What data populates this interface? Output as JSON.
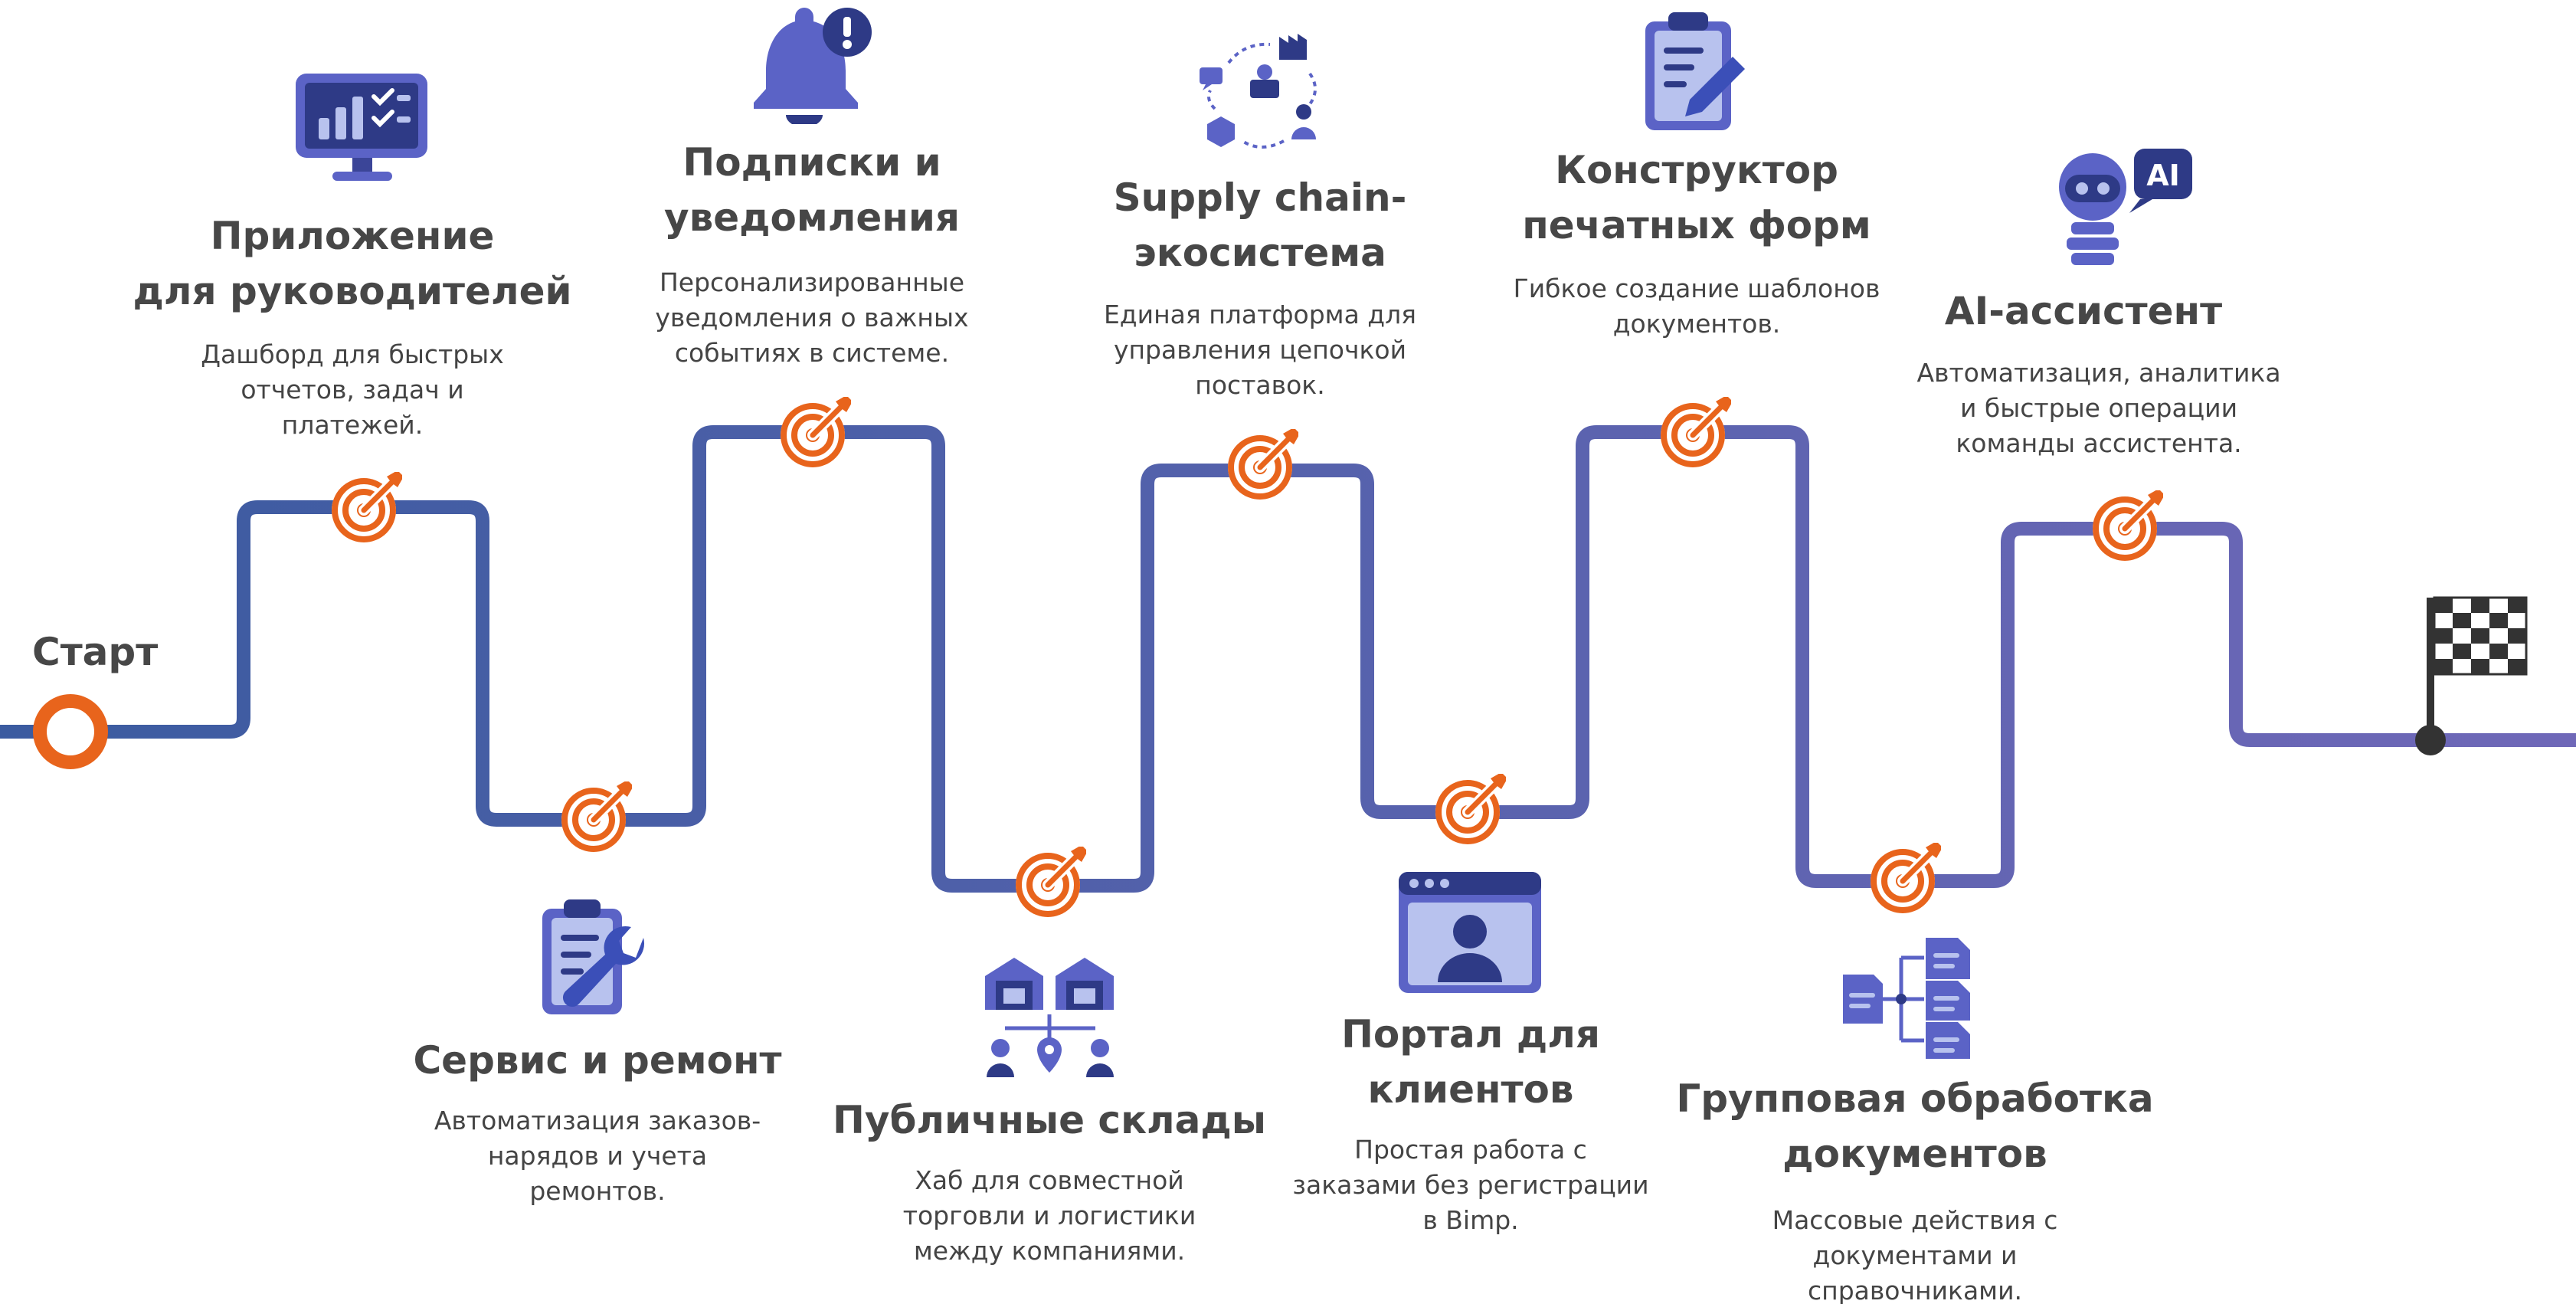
{
  "start": {
    "label": "Старт"
  },
  "colors": {
    "path_start": "#3b5ba0",
    "path_end": "#6f68b8",
    "accent": "#e8641c",
    "icon_dark": "#2e3a86",
    "icon_mid": "#5b63c6",
    "icon_light": "#b8c2ee",
    "text_title": "#474747",
    "text_body": "#444444"
  },
  "steps": [
    {
      "id": "managers-app",
      "icon": "dashboard-monitor-icon",
      "title": "Приложение\nдля руководителей",
      "description": "Дашборд для быстрых\nотчетов, задач и\nплатежей."
    },
    {
      "id": "service-repair",
      "icon": "clipboard-wrench-icon",
      "title": "Сервис и ремонт",
      "description": "Автоматизация заказов-\nнарядов и учета\nремонтов."
    },
    {
      "id": "subscriptions",
      "icon": "bell-alert-icon",
      "title": "Подписки и\nуведомления",
      "description": "Персонализированные\nуведомления о важных\nсобытиях в системе."
    },
    {
      "id": "public-warehouses",
      "icon": "warehouse-network-icon",
      "title": "Публичные склады",
      "description": "Хаб для совместной\nторговли и логистики\nмежду компаниями."
    },
    {
      "id": "supply-chain",
      "icon": "supply-chain-cycle-icon",
      "title": "Supply chain-\nэкосистема",
      "description": "Единая платформа для\nуправления цепочкой\nпоставок."
    },
    {
      "id": "client-portal",
      "icon": "browser-user-icon",
      "title": "Портал для\nклиентов",
      "description": "Простая работа с\nзаказами без регистрации\nв Bimp."
    },
    {
      "id": "print-forms",
      "icon": "clipboard-pen-icon",
      "title": "Конструктор\nпечатных форм",
      "description": "Гибкое создание шаблонов\nдокументов."
    },
    {
      "id": "batch-docs",
      "icon": "document-tree-icon",
      "title": "Групповая обработка\nдокументов",
      "description": "Массовые действия с\nдокументами и\nсправочниками."
    },
    {
      "id": "ai-assistant",
      "icon": "robot-ai-icon",
      "title": "AI-ассистент",
      "description": "Автоматизация, аналитика\nи быстрые операции\nкоманды ассистента."
    }
  ],
  "finish": {
    "icon": "checkered-flag-icon"
  }
}
